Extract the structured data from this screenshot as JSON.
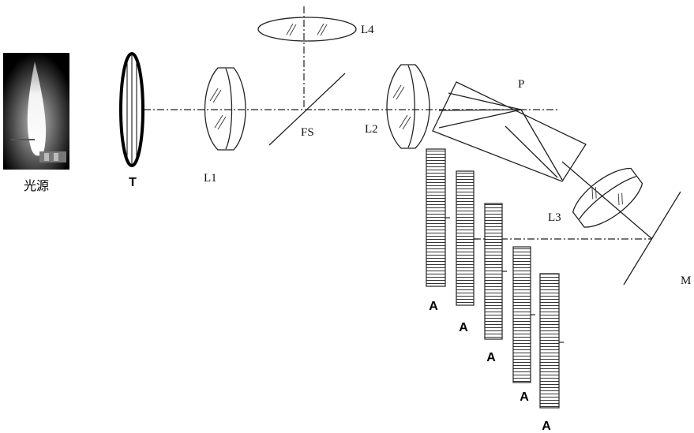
{
  "labels": {
    "light_source": "光源",
    "target": "T",
    "lens1": "L1",
    "lens2": "L2",
    "lens3": "L3",
    "lens4": "L4",
    "field_stop": "FS",
    "prism": "P",
    "mirror": "M",
    "array1": "A",
    "array2": "A",
    "array3": "A",
    "array4": "A",
    "array5": "A"
  }
}
